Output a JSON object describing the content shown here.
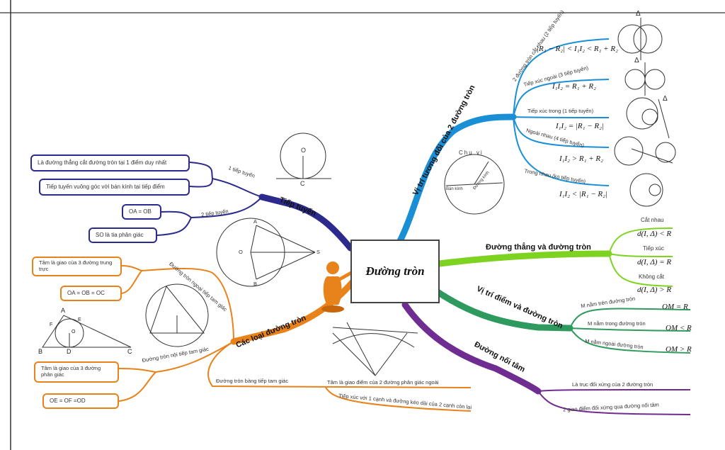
{
  "central": {
    "title": "Đường tròn"
  },
  "branches": {
    "tiep_tuyen": {
      "title": "Tiếp tuyến",
      "sub1": "1 tiếp tuyến",
      "sub2": "2 tiếp tuyến",
      "boxes": [
        "Là đường thẳng cắt đường tròn tại 1 điểm duy nhất",
        "Tiếp tuyến vuông góc với bán kính tại tiếp điểm",
        "OA = OB",
        "SO là tia phân giác"
      ],
      "fig_labels": {
        "o1": "O",
        "c1": "C",
        "a": "A",
        "b": "B",
        "o2": "O",
        "s": "S"
      }
    },
    "cac_loai": {
      "title": "Các loại đường tròn",
      "ngoai_tiep": "Đường tròn ngoại tiếp tam giác",
      "noi_tiep": "Đường tròn nội tiếp tam giác",
      "bang_tiep": "Đường tròn bàng tiếp tam giác",
      "boxes": [
        "Tâm là giao của 3 đường trung trực",
        "OA = OB = OC",
        "Tâm là giao của 3 đường phân giác",
        "OE = OF =OD"
      ],
      "bang_tiep_notes": [
        "Tâm là giao điểm của 2 đường phân giác ngoài",
        "Tiếp xúc với 1 cạnh và đường kéo dài của 2 cạnh còn lại"
      ],
      "tri_labels": {
        "a": "A",
        "b": "B",
        "c": "C",
        "d": "D",
        "e": "E",
        "f": "F",
        "o": "O"
      }
    },
    "vi_tri_2dt": {
      "title": "Vị trí tương đối của 2 đường tròn",
      "items": [
        {
          "label": "2 đường tròn cắt nhau (2 tiếp tuyến)",
          "formula": "|R₁ − R₂| < I₁I₂ < R₁ + R₂"
        },
        {
          "label": "Tiếp xúc ngoài (3 tiếp tuyến)",
          "formula": "I₁I₂ = R₁ + R₂"
        },
        {
          "label": "Tiếp xúc trong (1 tiếp tuyến)",
          "formula": "I₁I₂ = |R₁ − R₂|"
        },
        {
          "label": "Ngoài nhau (4 tiếp tuyến)",
          "formula": "I₁I₂ > R₁ + R₂"
        },
        {
          "label": "Trong nhau (ko tiếp tuyến)",
          "formula": "I₁I₂ < |R₁ − R₂|"
        }
      ],
      "delta": "Δ",
      "fig": {
        "top": "Chu vi",
        "r": "Bán kính",
        "d": "Đường kính"
      }
    },
    "dt_va_dt": {
      "title": "Đường thẳng và đường tròn",
      "items": [
        {
          "label": "Cắt nhau",
          "formula": "d(I, Δ) < R"
        },
        {
          "label": "Tiếp xúc",
          "formula": "d(I, Δ) = R"
        },
        {
          "label": "Không cắt",
          "formula": "d(I, Δ) > R"
        }
      ]
    },
    "vi_tri_diem": {
      "title": "Vị trí điểm và đường tròn",
      "items": [
        {
          "label": "M nằm trên đường tròn",
          "formula": "OM = R"
        },
        {
          "label": "M nằm trong đường tròn",
          "formula": "OM < R"
        },
        {
          "label": "M nằm ngoài đường tròn",
          "formula": "OM > R"
        }
      ]
    },
    "noi_tam": {
      "title": "Đường nối tâm",
      "items": [
        "Là trục đối xứng của 2 đường tròn",
        "2 giao điểm đối xứng qua đường nối tâm"
      ]
    }
  },
  "colors": {
    "navy": "#2c2a8c",
    "orange": "#e8821a",
    "blue": "#1a8fd6",
    "lime": "#7ed321",
    "green": "#2e9a5e",
    "purple": "#6f2c91"
  }
}
